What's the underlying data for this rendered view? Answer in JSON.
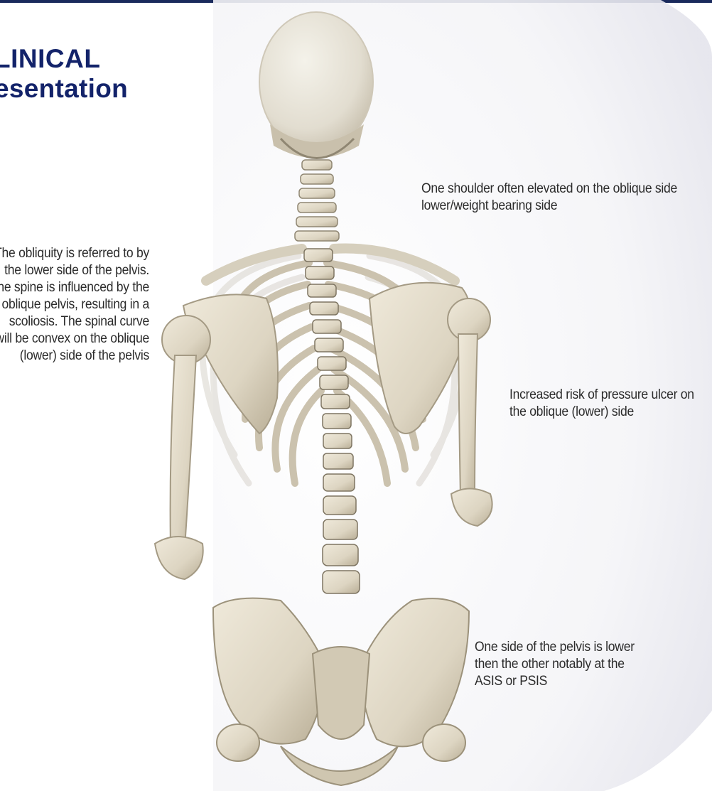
{
  "title": {
    "line1": "LINICAL",
    "line2": "esentation"
  },
  "annotations": {
    "shoulder": "One shoulder often elevated on the oblique side lower/weight bearing side",
    "obliquity": "The obliquity is referred to by the lower side of the pelvis. The spine is influenced by the oblique pelvis, resulting in a scoliosis. The spinal curve will be convex on the oblique (lower) side of the pelvis",
    "pressure": "Increased risk of pressure ulcer on the oblique (lower) side",
    "pelvis": "One side of the pelvis is lower then the other notably at the ASIS or PSIS"
  },
  "colors": {
    "title": "#13236a",
    "text": "#2b2b2b",
    "bone": "#e3dccb",
    "bone_shadow": "#b7ad98",
    "background_arc": "#e9e9f0"
  }
}
